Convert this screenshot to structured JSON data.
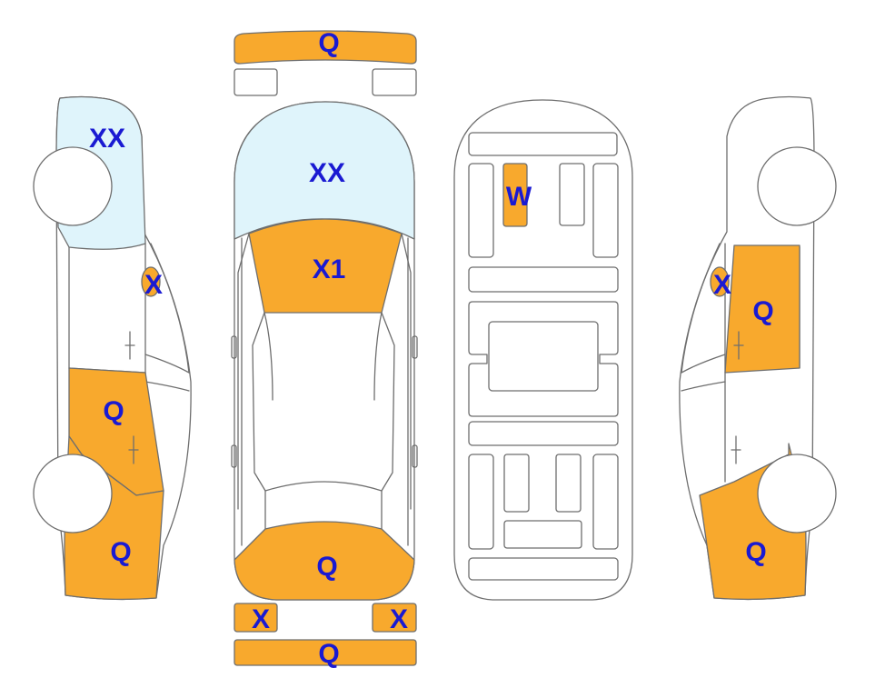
{
  "colors": {
    "damage": "#f8a92d",
    "glass": "#dff4fb",
    "label": "#1a1ad2",
    "outline": "#6e6e6e",
    "body": "#ffffff"
  },
  "markers": {
    "front_bumper": "Q",
    "hood_windshield": "XX",
    "roof": "X1",
    "rear_window_area": "Q",
    "rear_lamp_left": "X",
    "rear_lamp_right": "X",
    "rear_bumper": "Q",
    "left_rear_glass": "XX",
    "left_pillar": "X",
    "left_front_door": "Q",
    "left_front_fender": "Q",
    "right_pillar": "X",
    "right_front_door": "Q",
    "right_front_fender": "Q",
    "underbody_panel": "W"
  }
}
